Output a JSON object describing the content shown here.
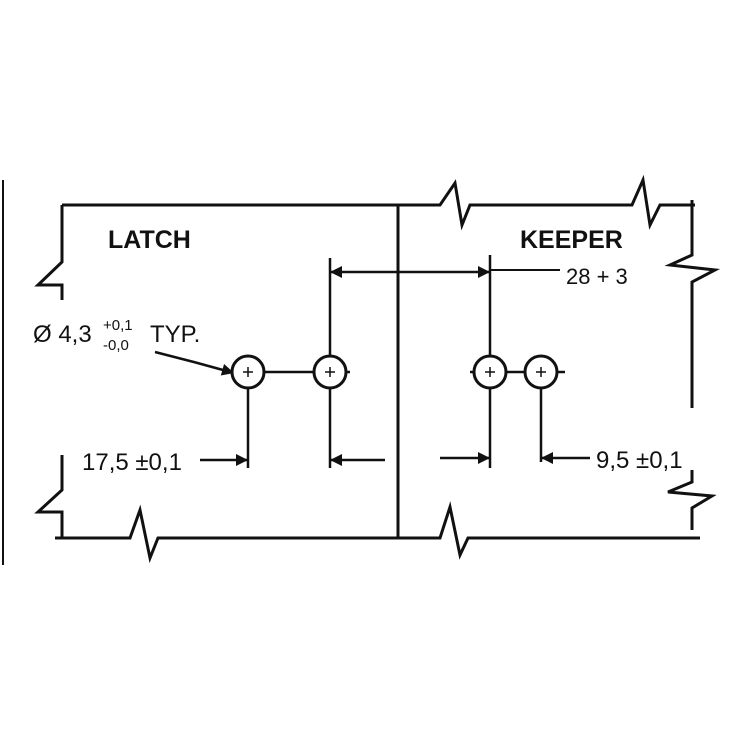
{
  "labels": {
    "latch": "LATCH",
    "keeper": "KEEPER",
    "spacing": "28 + 3",
    "hole_dia": "Ø 4,3",
    "tol_plus": "+0,1",
    "tol_minus": "-0,0",
    "typ": "TYP.",
    "latch_pitch": "17,5 ±0,1",
    "keeper_pitch": "9,5 ±0,1"
  },
  "colors": {
    "ink": "#111111",
    "paper": "#ffffff"
  }
}
